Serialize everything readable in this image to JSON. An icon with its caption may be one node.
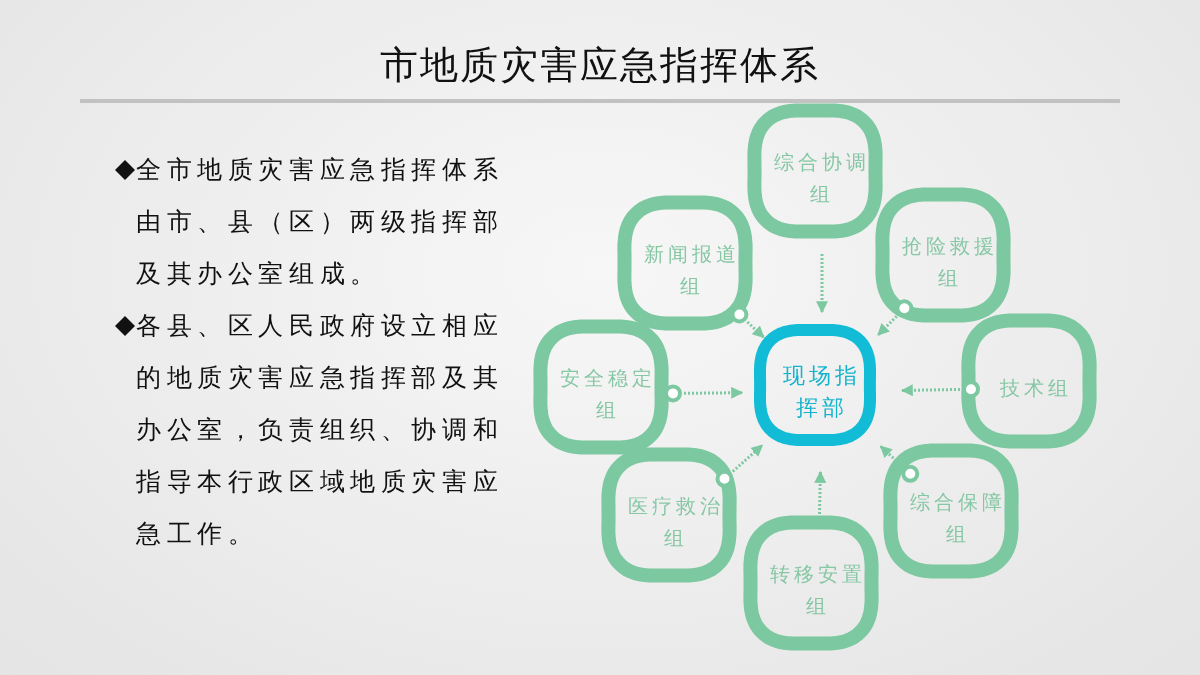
{
  "diagram": {
    "title": "市地质灾害应急指挥体系",
    "nodes": [
      {
        "text": [
          "综合协调组"
        ]
      },
      {
        "text": [
          "新闻报道组"
        ]
      },
      {
        "text": [
          "抢险救援组"
        ]
      },
      {
        "text": [
          "安全稳定组"
        ]
      },
      {
        "text": [
          "现场指挥部"
        ]
      },
      {
        "text": [
          "技术组"
        ]
      },
      {
        "text": [
          "医疗救治组"
        ]
      },
      {
        "text": [
          "综合保障组"
        ]
      },
      {
        "text": [
          "转移安置组"
        ]
      }
    ],
    "edges": [
      {
        "from": 0,
        "to": 4,
        "arrow": "to",
        "style": "dashed"
      },
      {
        "from": 1,
        "to": 4,
        "arrow": "to",
        "style": "dashed"
      },
      {
        "from": 2,
        "to": 4,
        "arrow": "to",
        "style": "dashed"
      },
      {
        "from": 3,
        "to": 4,
        "arrow": "to",
        "style": "dashed"
      },
      {
        "from": 5,
        "to": 4,
        "arrow": "to",
        "style": "dashed"
      },
      {
        "from": 6,
        "to": 4,
        "arrow": "to",
        "style": "dashed"
      },
      {
        "from": 7,
        "to": 4,
        "arrow": "to",
        "style": "dashed"
      },
      {
        "from": 8,
        "to": 4,
        "arrow": "to",
        "style": "dashed"
      }
    ],
    "labels": [
      "全市地质灾害应急指挥体系由市、县（区）两级指挥部及其办公室组成。",
      "各县、区人民政府设立相应的地质灾害应急指挥部及其办公室，负责组织、协调和指导本行政区域地质灾害应急工作。"
    ]
  }
}
